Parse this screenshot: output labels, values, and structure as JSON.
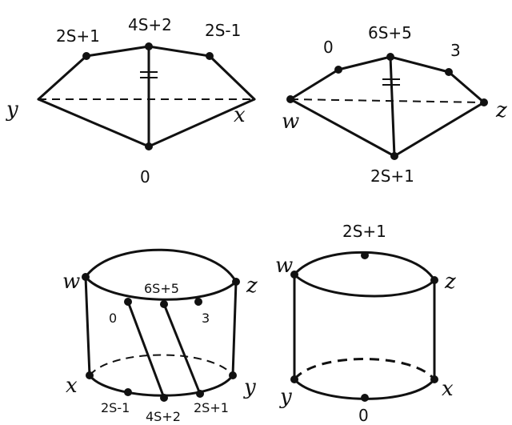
{
  "figure1": {
    "labels": {
      "top_left": "2S+1",
      "top_mid": "4S+2",
      "top_right": "2S-1",
      "bottom": "0",
      "left": "y",
      "right": "x"
    }
  },
  "figure2": {
    "labels": {
      "top_left": "0",
      "top_mid": "6S+5",
      "top_right": "3",
      "bottom": "2S+1",
      "left": "w",
      "right": "z"
    }
  },
  "figure3": {
    "labels": {
      "w": "w",
      "z": "z",
      "x": "x",
      "y": "y",
      "top_mid": "6S+5",
      "inner_left": "0",
      "inner_right": "3",
      "bottom_left": "2S-1",
      "bottom_mid": "4S+2",
      "bottom_right": "2S+1"
    }
  },
  "figure4": {
    "labels": {
      "top": "2S+1",
      "w": "w",
      "z": "z",
      "y": "y",
      "x": "x",
      "bottom": "0"
    }
  }
}
